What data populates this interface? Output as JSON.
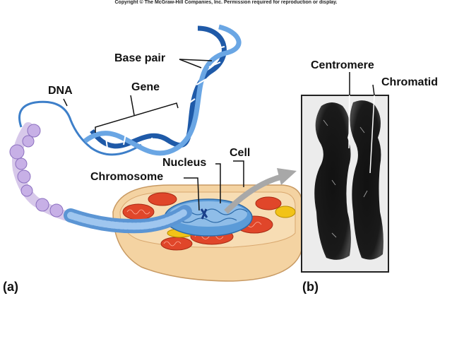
{
  "copyright": "Copyright © The McGraw-Hill Companies, Inc. Permission required for reproduction or display.",
  "panel_a": {
    "panel_label": "(a)",
    "labels": {
      "dna": "DNA",
      "gene": "Gene",
      "base_pair": "Base pair",
      "chromosome": "Chromosome",
      "nucleus": "Nucleus",
      "cell": "Cell"
    }
  },
  "panel_b": {
    "panel_label": "(b)",
    "labels": {
      "centromere": "Centromere",
      "chromatid": "Chromatid"
    }
  },
  "colors": {
    "dna_blue": "#3d7fc9",
    "dna_light": "#9fc6ef",
    "histone_purple": "#b79bd9",
    "cell_tan": "#f2cf9c",
    "mitochondria_red": "#e0462a",
    "nucleus_blue": "#5b9bd8",
    "golgi_yellow": "#f2c318",
    "arrow_gray": "#a8a8a8"
  }
}
